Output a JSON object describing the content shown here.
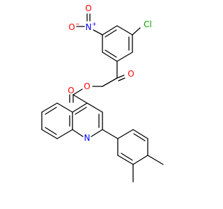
{
  "molecule": {
    "colors": {
      "bond": "#000000",
      "oxygen": "#ff0000",
      "nitrogen": "#0000ff",
      "chlorine": "#00a000"
    },
    "labels": {
      "cl": "Cl",
      "nitro_o_minus": "O",
      "nitro_o_minus_charge": "−",
      "nitro_n": "N",
      "nitro_n_charge": "+",
      "nitro_o_double": "O",
      "ketone_o": "O",
      "ester_o_single": "O",
      "ester_o_double": "O",
      "quinoline_n": "N"
    }
  }
}
